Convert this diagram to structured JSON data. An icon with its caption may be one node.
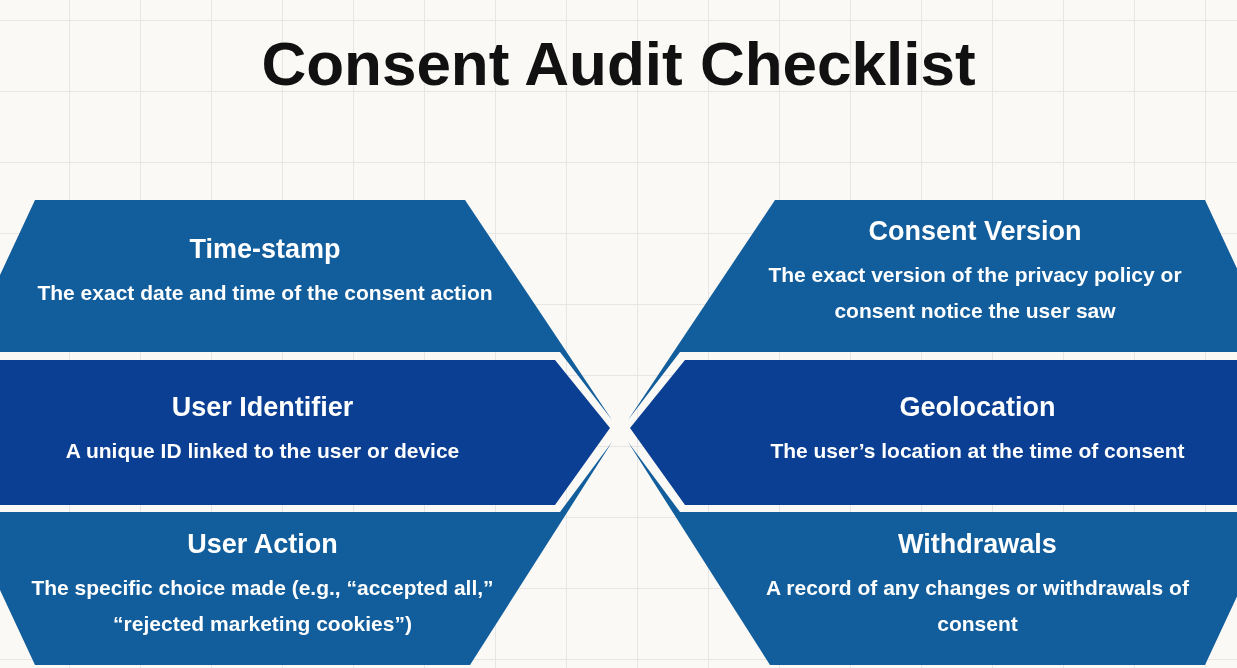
{
  "diagram": {
    "title": "Consent Audit Checklist",
    "nodes": [
      {
        "text": [
          "Time-stamp",
          "The exact date and time of the consent action"
        ]
      },
      {
        "text": [
          "Consent Version",
          "The exact version of the privacy policy or consent notice the user saw"
        ]
      },
      {
        "text": [
          "User Identifier",
          "A unique ID linked to the user or device"
        ]
      },
      {
        "text": [
          "Geolocation",
          "The user’s location at the time of consent"
        ]
      },
      {
        "text": [
          "User Action",
          "The specific choice made (e.g., “accepted all,” “rejected marketing cookies”)"
        ]
      },
      {
        "text": [
          "Withdrawals",
          "A record of any changes or withdrawals of consent"
        ]
      }
    ]
  }
}
